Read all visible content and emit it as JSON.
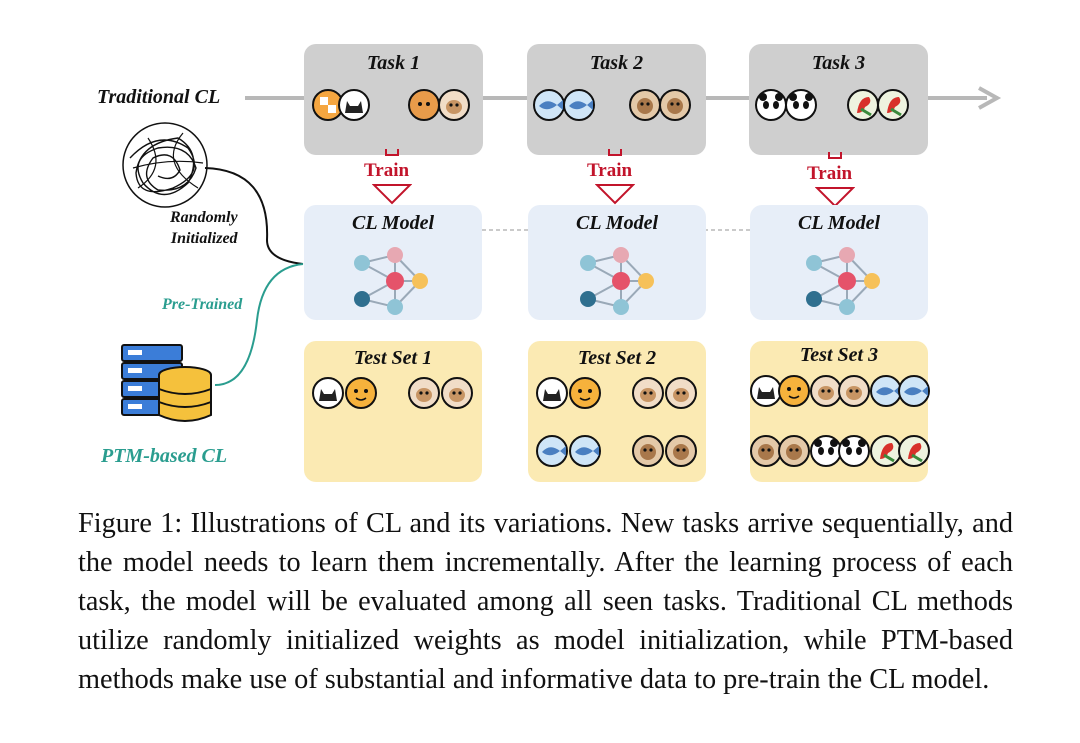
{
  "diagram": {
    "traditional_label": "Traditional CL",
    "randomly_initialized_label": [
      "Randomly",
      "Initialized"
    ],
    "pretrained_label": "Pre-Trained",
    "ptm_label": "PTM-based CL",
    "train_label": "Train",
    "tasks": [
      {
        "title": "Task 1",
        "model_title": "CL Model",
        "test_title": "Test Set 1"
      },
      {
        "title": "Task 2",
        "model_title": "CL Model",
        "test_title": "Test Set 2"
      },
      {
        "title": "Task 3",
        "model_title": "CL Model",
        "test_title": "Test Set 3"
      }
    ],
    "icon_names": [
      "cat-icon",
      "dog-icon",
      "fish-icon",
      "monkey-icon",
      "panda-icon",
      "parrot-icon",
      "neural-network-icon",
      "database-icon",
      "tangled-weights-icon",
      "arrow-right-icon"
    ],
    "colors": {
      "task_box": "#cfcfcf",
      "model_box": "#e7eef8",
      "test_box": "#fbeab3",
      "train_red": "#c2142b",
      "ptm_teal": "#2a9d8f"
    }
  },
  "caption": "Figure 1: Illustrations of CL and its variations. New tasks arrive sequentially, and the model needs to learn them incrementally. After the learning process of each task, the model will be evaluated among all seen tasks. Traditional CL methods utilize randomly initialized weights as model initialization, while PTM-based methods make use of substantial and informative data to pre-train the CL model."
}
